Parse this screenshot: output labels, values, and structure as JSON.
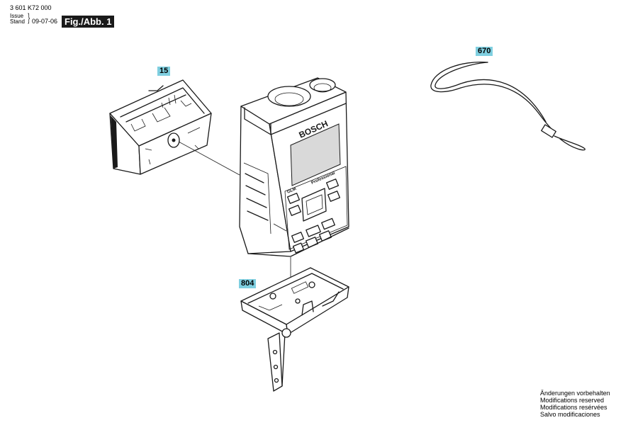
{
  "header": {
    "part_number": "3 601 K72 000",
    "issue_label": "Issue",
    "stand_label": "Stand",
    "date": "09-07-06",
    "figure_label": "Fig./Abb. 1"
  },
  "parts": [
    {
      "id": "part-15",
      "label": "15"
    },
    {
      "id": "part-670",
      "label": "670"
    },
    {
      "id": "part-804",
      "label": "804"
    }
  ],
  "device": {
    "brand": "BOSCH",
    "model": "GLM",
    "line": "Professional"
  },
  "notes": [
    "Änderungen vorbehalten",
    "Modifications reserved",
    "Modifications resérvées",
    "Salvo modificaciones"
  ]
}
